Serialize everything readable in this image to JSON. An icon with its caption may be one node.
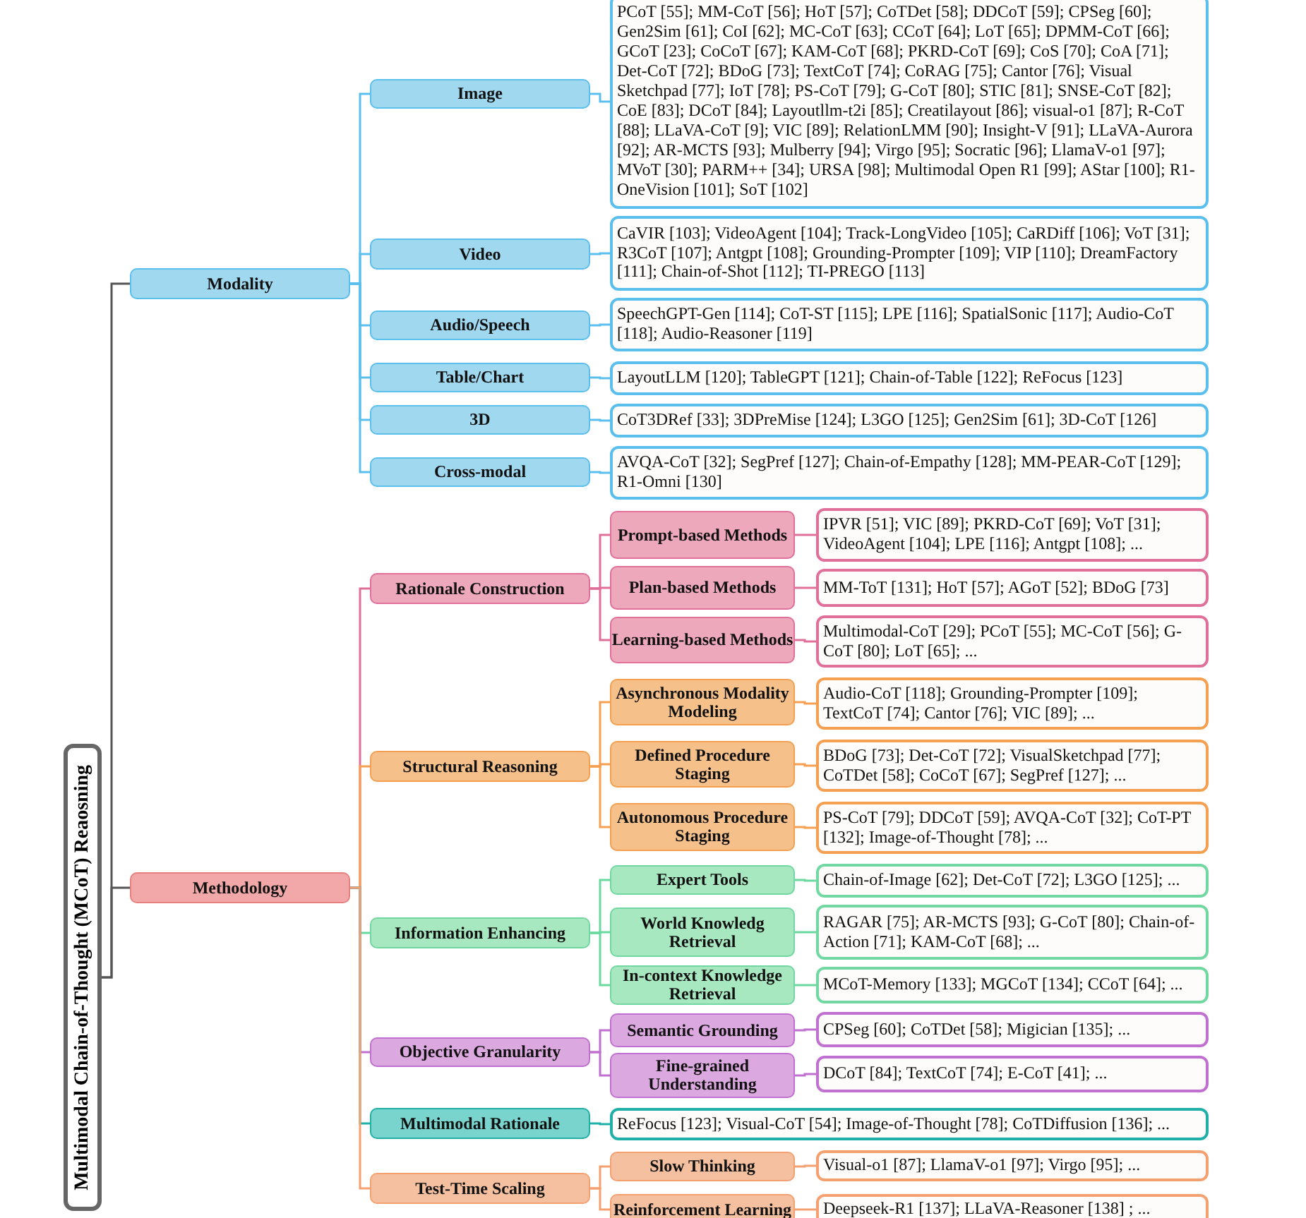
{
  "diagram": {
    "nodes": [
      {
        "text": [
          "Multimodal Chain-of-Thought (MCoT) Reaosning"
        ]
      },
      {
        "text": [
          "Modality"
        ]
      },
      {
        "text": [
          "Image"
        ]
      },
      {
        "text": [
          "PCoT [55]; MM-CoT [56]; HoT [57]; CoTDet [58]; DDCoT [59]; CPSeg [60]; Gen2Sim [61]; CoI [62]; MC-CoT [63]; CCoT [64]; LoT [65]; DPMM-CoT [66]; GCoT [23]; CoCoT [67]; KAM-CoT [68]; PKRD-CoT [69]; CoS [70]; CoA [71]; Det-CoT [72]; BDoG [73]; TextCoT [74]; CoRAG [75]; Cantor [76]; Visual Sketchpad [77]; IoT [78]; PS-CoT [79]; G-CoT [80]; STIC [81]; SNSE-CoT [82]; CoE [83]; DCoT [84]; Layoutllm-t2i [85]; Creatilayout [86]; visual-o1 [87]; R-CoT [88]; LLaVA-CoT [9]; VIC [89]; RelationLMM [90]; Insight-V [91]; LLaVA-Aurora [92]; AR-MCTS [93]; Mulberry [94]; Virgo [95]; Socratic [96]; LlamaV-o1 [97]; MVoT [30]; PARM++ [34]; URSA [98]; Multimodal Open R1 [99]; AStar [100]; R1-OneVision [101]; SoT [102]"
        ]
      },
      {
        "text": [
          "Video"
        ]
      },
      {
        "text": [
          "CaVIR [103]; VideoAgent [104]; Track-LongVideo [105]; CaRDiff [106]; VoT [31]; R3CoT [107]; Antgpt [108]; Grounding-Prompter [109]; VIP [110]; DreamFactory [111]; Chain-of-Shot [112]; TI-PREGO [113]"
        ]
      },
      {
        "text": [
          "Audio/Speech"
        ]
      },
      {
        "text": [
          "SpeechGPT-Gen [114]; CoT-ST [115]; LPE [116]; SpatialSonic [117]; Audio-CoT [118]; Audio-Reasoner [119]"
        ]
      },
      {
        "text": [
          "Table/Chart"
        ]
      },
      {
        "text": [
          "LayoutLLM [120]; TableGPT [121]; Chain-of-Table [122]; ReFocus [123]"
        ]
      },
      {
        "text": [
          "3D"
        ]
      },
      {
        "text": [
          "CoT3DRef [33]; 3DPreMise [124]; L3GO [125]; Gen2Sim [61]; 3D-CoT [126]"
        ]
      },
      {
        "text": [
          "Cross-modal"
        ]
      },
      {
        "text": [
          "AVQA-CoT [32]; SegPref [127]; Chain-of-Empathy [128]; MM-PEAR-CoT [129]; R1-Omni [130]"
        ]
      },
      {
        "text": [
          "Methodology"
        ]
      },
      {
        "text": [
          "Rationale Construction"
        ]
      },
      {
        "text": [
          "Prompt-based Methods"
        ]
      },
      {
        "text": [
          "IPVR [51]; VIC [89]; PKRD-CoT [69]; VoT [31]; VideoAgent [104]; LPE [116]; Antgpt [108]; ..."
        ]
      },
      {
        "text": [
          "Plan-based Methods"
        ]
      },
      {
        "text": [
          "MM-ToT [131]; HoT [57]; AGoT [52]; BDoG [73]"
        ]
      },
      {
        "text": [
          "Learning-based Methods"
        ]
      },
      {
        "text": [
          "Multimodal-CoT [29]; PCoT [55]; MC-CoT [56]; G-CoT [80]; LoT [65]; ..."
        ]
      },
      {
        "text": [
          "Structural Reasoning"
        ]
      },
      {
        "text": [
          "Asynchronous Modality Modeling"
        ]
      },
      {
        "text": [
          "Audio-CoT [118]; Grounding-Prompter [109]; TextCoT [74]; Cantor [76]; VIC [89]; ..."
        ]
      },
      {
        "text": [
          "Defined Procedure Staging"
        ]
      },
      {
        "text": [
          "BDoG [73]; Det-CoT [72]; VisualSketchpad [77]; CoTDet [58]; CoCoT [67]; SegPref [127]; ..."
        ]
      },
      {
        "text": [
          "Autonomous Procedure Staging"
        ]
      },
      {
        "text": [
          "PS-CoT [79]; DDCoT [59]; AVQA-CoT [32]; CoT-PT [132]; Image-of-Thought [78]; ..."
        ]
      },
      {
        "text": [
          "Information Enhancing"
        ]
      },
      {
        "text": [
          "Expert Tools"
        ]
      },
      {
        "text": [
          "Chain-of-Image [62]; Det-CoT [72]; L3GO [125]; ..."
        ]
      },
      {
        "text": [
          "World Knowledg Retrieval"
        ]
      },
      {
        "text": [
          "RAGAR [75]; AR-MCTS [93]; G-CoT [80]; Chain-of-Action [71]; KAM-CoT [68]; ..."
        ]
      },
      {
        "text": [
          "In-context Knowledge Retrieval"
        ]
      },
      {
        "text": [
          "MCoT-Memory [133]; MGCoT [134]; CCoT [64]; ..."
        ]
      },
      {
        "text": [
          "Objective Granularity"
        ]
      },
      {
        "text": [
          "Semantic Grounding"
        ]
      },
      {
        "text": [
          "CPSeg [60]; CoTDet [58]; Migician [135]; ..."
        ]
      },
      {
        "text": [
          "Fine-grained Understanding"
        ]
      },
      {
        "text": [
          "DCoT [84]; TextCoT [74]; E-CoT [41]; ..."
        ]
      },
      {
        "text": [
          "Multimodal Rationale"
        ]
      },
      {
        "text": [
          "ReFocus [123]; Visual-CoT [54]; Image-of-Thought [78]; CoTDiffusion [136]; ..."
        ]
      },
      {
        "text": [
          "Test-Time Scaling"
        ]
      },
      {
        "text": [
          "Slow Thinking"
        ]
      },
      {
        "text": [
          "Visual-o1 [87]; LlamaV-o1 [97]; Virgo [95]; ..."
        ]
      },
      {
        "text": [
          "Reinforcement Learning"
        ]
      },
      {
        "text": [
          "Deepseek-R1 [137]; LLaVA-Reasoner [138] ; ..."
        ]
      }
    ],
    "edges": [
      {
        "from": 0,
        "to": 1,
        "arrow": "none",
        "color": "#555555"
      },
      {
        "from": 0,
        "to": 14,
        "arrow": "none",
        "color": "#555555"
      },
      {
        "from": 1,
        "to": 2,
        "arrow": "none",
        "color": "#5bbfee"
      },
      {
        "from": 2,
        "to": 3,
        "arrow": "none",
        "color": "#5bbfee"
      },
      {
        "from": 1,
        "to": 4,
        "arrow": "none",
        "color": "#5bbfee"
      },
      {
        "from": 4,
        "to": 5,
        "arrow": "none",
        "color": "#5bbfee"
      },
      {
        "from": 1,
        "to": 6,
        "arrow": "none",
        "color": "#5bbfee"
      },
      {
        "from": 6,
        "to": 7,
        "arrow": "none",
        "color": "#5bbfee"
      },
      {
        "from": 1,
        "to": 8,
        "arrow": "none",
        "color": "#5bbfee"
      },
      {
        "from": 8,
        "to": 9,
        "arrow": "none",
        "color": "#5bbfee"
      },
      {
        "from": 1,
        "to": 10,
        "arrow": "none",
        "color": "#5bbfee"
      },
      {
        "from": 10,
        "to": 11,
        "arrow": "none",
        "color": "#5bbfee"
      },
      {
        "from": 1,
        "to": 12,
        "arrow": "none",
        "color": "#5bbfee"
      },
      {
        "from": 12,
        "to": 13,
        "arrow": "none",
        "color": "#5bbfee"
      },
      {
        "from": 14,
        "to": 15,
        "arrow": "none",
        "color": "#e0709a"
      },
      {
        "from": 15,
        "to": 16,
        "arrow": "none",
        "color": "#e0709a"
      },
      {
        "from": 16,
        "to": 17,
        "arrow": "none",
        "color": "#e0709a"
      },
      {
        "from": 15,
        "to": 18,
        "arrow": "none",
        "color": "#e0709a"
      },
      {
        "from": 18,
        "to": 19,
        "arrow": "none",
        "color": "#e0709a"
      },
      {
        "from": 15,
        "to": 20,
        "arrow": "none",
        "color": "#e0709a"
      },
      {
        "from": 20,
        "to": 21,
        "arrow": "none",
        "color": "#e0709a"
      },
      {
        "from": 14,
        "to": 22,
        "arrow": "none",
        "color": "#f5a050"
      },
      {
        "from": 22,
        "to": 23,
        "arrow": "none",
        "color": "#f5a050"
      },
      {
        "from": 23,
        "to": 24,
        "arrow": "none",
        "color": "#f5a050"
      },
      {
        "from": 22,
        "to": 25,
        "arrow": "none",
        "color": "#f5a050"
      },
      {
        "from": 25,
        "to": 26,
        "arrow": "none",
        "color": "#f5a050"
      },
      {
        "from": 22,
        "to": 27,
        "arrow": "none",
        "color": "#f5a050"
      },
      {
        "from": 27,
        "to": 28,
        "arrow": "none",
        "color": "#f5a050"
      },
      {
        "from": 14,
        "to": 29,
        "arrow": "none",
        "color": "#6ad9a0"
      },
      {
        "from": 29,
        "to": 30,
        "arrow": "none",
        "color": "#6ad9a0"
      },
      {
        "from": 30,
        "to": 31,
        "arrow": "none",
        "color": "#6ad9a0"
      },
      {
        "from": 29,
        "to": 32,
        "arrow": "none",
        "color": "#6ad9a0"
      },
      {
        "from": 32,
        "to": 33,
        "arrow": "none",
        "color": "#6ad9a0"
      },
      {
        "from": 29,
        "to": 34,
        "arrow": "none",
        "color": "#6ad9a0"
      },
      {
        "from": 34,
        "to": 35,
        "arrow": "none",
        "color": "#6ad9a0"
      },
      {
        "from": 14,
        "to": 36,
        "arrow": "none",
        "color": "#c070d0"
      },
      {
        "from": 36,
        "to": 37,
        "arrow": "none",
        "color": "#c070d0"
      },
      {
        "from": 37,
        "to": 38,
        "arrow": "none",
        "color": "#c070d0"
      },
      {
        "from": 36,
        "to": 39,
        "arrow": "none",
        "color": "#c070d0"
      },
      {
        "from": 39,
        "to": 40,
        "arrow": "none",
        "color": "#c070d0"
      },
      {
        "from": 14,
        "to": 41,
        "arrow": "none",
        "color": "#20b0a8"
      },
      {
        "from": 41,
        "to": 42,
        "arrow": "none",
        "color": "#20b0a8"
      },
      {
        "from": 14,
        "to": 43,
        "arrow": "none",
        "color": "#f5a070"
      },
      {
        "from": 43,
        "to": 44,
        "arrow": "none",
        "color": "#f5a070"
      },
      {
        "from": 44,
        "to": 45,
        "arrow": "none",
        "color": "#f5a070"
      },
      {
        "from": 43,
        "to": 46,
        "arrow": "none",
        "color": "#f5a070"
      },
      {
        "from": 46,
        "to": 47,
        "arrow": "none",
        "color": "#f5a070"
      }
    ]
  }
}
